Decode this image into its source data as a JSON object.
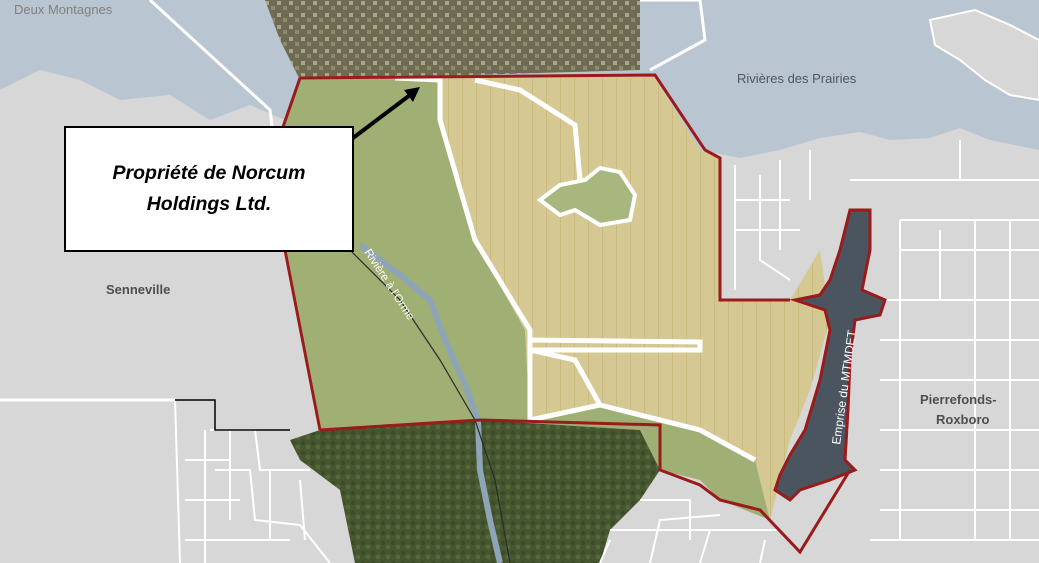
{
  "callout": {
    "line1": "Propriété de Norcum",
    "line2": "Holdings Ltd."
  },
  "labels": {
    "top_left_partial": "Deux Montagnes",
    "water_body": "Rivières des Prairies",
    "west_municipality": "Senneville",
    "east_municipality_line1": "Pierrefonds-",
    "east_municipality_line2": "Roxboro",
    "river": "Rivière à l'Orme",
    "corridor": "Emprise du MTMDET"
  },
  "colors": {
    "water": "#b9c6d2",
    "land": "#d7d7d7",
    "municipal_boundary": "#ffffff",
    "project_boundary": "#9a1b1b",
    "property_boundary": "#ffffff",
    "green_zone": "#9fae72",
    "cultivated_zone": "#d4c690",
    "forest": "#4a5a34",
    "river": "#8ea5b8",
    "corridor": "#4a5560"
  },
  "icons": {
    "callout_arrow": "arrow-icon"
  }
}
